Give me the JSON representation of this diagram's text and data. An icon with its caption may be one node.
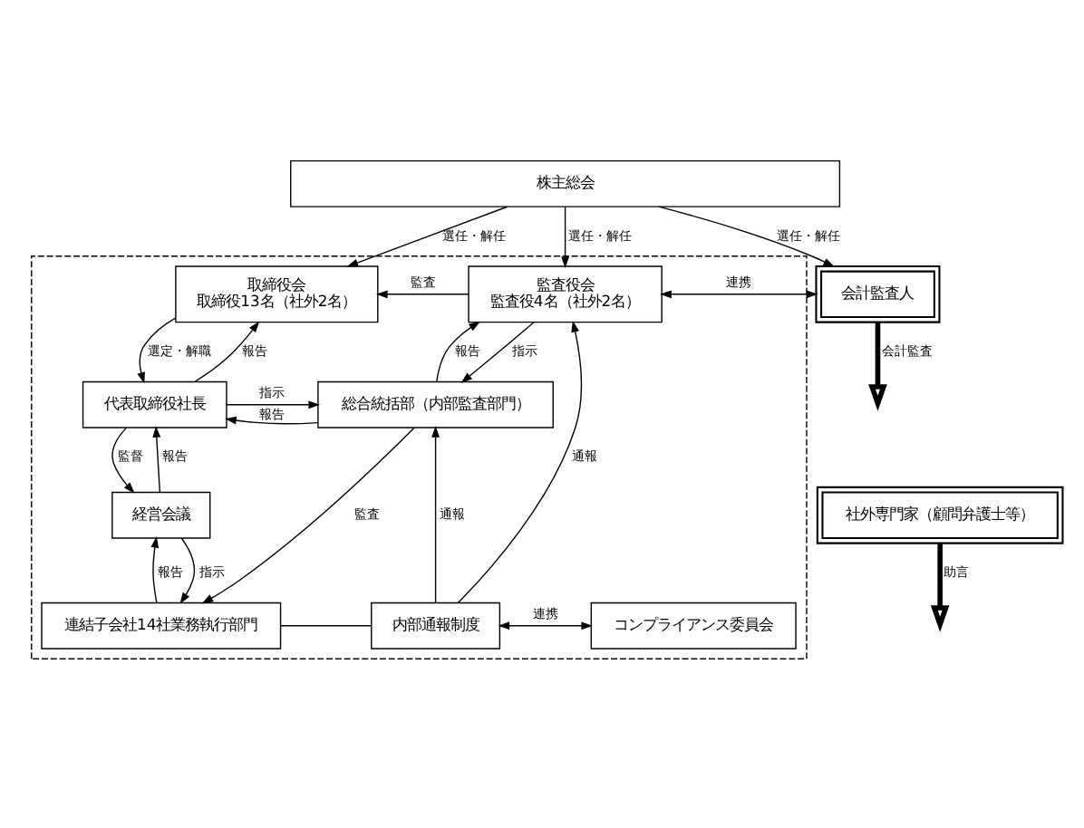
{
  "diagram": {
    "nodes": [
      {
        "text": [
          "株主総会"
        ]
      },
      {
        "text": [],
        "shape": "box"
      },
      {
        "text": [
          "取締役会",
          "取締役13名（社外2名）"
        ],
        "in": 1
      },
      {
        "text": [
          "監査役会",
          "監査役4名（社外2名）"
        ],
        "in": 1
      },
      {
        "text": [
          "会計監査人"
        ]
      },
      {
        "text": [
          "代表取締役社長"
        ],
        "in": 1
      },
      {
        "text": [
          "総合統括部（内部監査部門）"
        ],
        "in": 1
      },
      {
        "text": [
          "経営会議"
        ],
        "in": 1
      },
      {
        "text": [
          "社外専門家（顧問弁護士等）"
        ]
      },
      {
        "text": [
          "連結子会社14社業務執行部門"
        ],
        "in": 1
      },
      {
        "text": [
          "内部通報制度"
        ],
        "in": 1
      },
      {
        "text": [
          "コンプライアンス委員会"
        ],
        "in": 1
      }
    ],
    "edges": [
      {
        "from": 0,
        "to": 2,
        "arrow": "to",
        "label": "選任・解任"
      },
      {
        "from": 0,
        "to": 3,
        "arrow": "to",
        "label": "選任・解任"
      },
      {
        "from": 0,
        "to": 4,
        "arrow": "to",
        "label": "選任・解任"
      },
      {
        "from": 3,
        "to": 2,
        "arrow": "to",
        "label": "監査"
      },
      {
        "from": 3,
        "to": 4,
        "arrow": "both",
        "label": "連携"
      },
      {
        "from": 5,
        "to": 2,
        "arrow": "to",
        "label": "報告"
      },
      {
        "from": 2,
        "to": 5,
        "arrow": "to",
        "label": "選定・解職"
      },
      {
        "from": 6,
        "to": 3,
        "arrow": "to",
        "label": "報告"
      },
      {
        "from": 3,
        "to": 6,
        "arrow": "to",
        "label": "指示"
      },
      {
        "from": 5,
        "to": 6,
        "arrow": "to",
        "label": "指示"
      },
      {
        "from": 6,
        "to": 5,
        "arrow": "to",
        "label": "報告"
      },
      {
        "from": 7,
        "to": 5,
        "arrow": "to",
        "label": "報告"
      },
      {
        "from": 5,
        "to": 7,
        "arrow": "to",
        "label": "監督"
      },
      {
        "from": 9,
        "to": 7,
        "arrow": "to",
        "label": "報告"
      },
      {
        "from": 7,
        "to": 9,
        "arrow": "to",
        "label": "指示"
      },
      {
        "from": 6,
        "to": 9,
        "arrow": "to",
        "label": "監査"
      },
      {
        "from": 10,
        "to": 3,
        "arrow": "to",
        "label": "通報"
      },
      {
        "from": 10,
        "to": 6,
        "arrow": "to",
        "label": "通報"
      },
      {
        "from": 9,
        "to": 10,
        "arrow": "none"
      },
      {
        "from": 10,
        "to": 11,
        "arrow": "both",
        "label": "連携"
      },
      {
        "from": 4,
        "to": null,
        "arrow": "to",
        "label": "会計監査",
        "style": "thick"
      },
      {
        "from": 8,
        "to": null,
        "arrow": "to",
        "label": "助言",
        "style": "thick"
      }
    ]
  }
}
